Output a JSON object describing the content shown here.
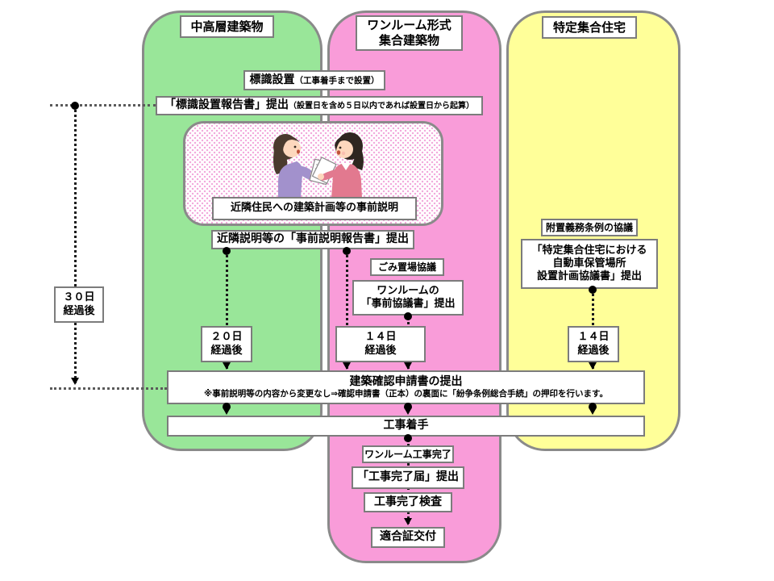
{
  "columns": {
    "green": {
      "header": "中高層建築物",
      "color": "#99e699"
    },
    "pink": {
      "header_line1": "ワンルーム形式",
      "header_line2": "集合建築物",
      "color": "#f99cd9"
    },
    "yellow": {
      "header": "特定集合住宅",
      "color": "#ffff99"
    }
  },
  "timeline": {
    "day30_line1": "３０日",
    "day30_line2": "経過後",
    "day20_line1": "２０日",
    "day20_line2": "経過後",
    "day14_line1": "１４日",
    "day14_line2": "経過後"
  },
  "steps": {
    "sign_setup": "標識設置",
    "sign_setup_note": "（工事着手まで設置）",
    "sign_report": "「標識設置報告書」提出",
    "sign_report_note": "（設置日を含め５日以内であれば設置日から起算）",
    "prior_explanation": "近隣住民への建築計画等の事前説明",
    "neighbor_report": "近隣説明等の「事前説明報告書」提出",
    "garbage_consult": "ごみ置場協議",
    "oneroom_prior_line1": "ワンルームの",
    "oneroom_prior_line2": "「事前協議書」提出",
    "parking_consult": "附置義務条例の協議",
    "parking_report_line1": "「特定集合住宅における",
    "parking_report_line2": "自動車保管場所",
    "parking_report_line3": "設置計画協議書」提出",
    "building_confirm": "建築確認申請書の提出",
    "building_confirm_note": "※事前説明等の内容から変更なし⇒確認申請書（正本）の裏面に「紛争条例総合手続」の押印を行います。",
    "construction_start": "工事着手",
    "oneroom_complete": "ワンルーム工事完了",
    "completion_report": "「工事完了届」提出",
    "completion_inspection": "工事完了検査",
    "certificate": "適合証交付"
  },
  "illustration": {
    "name": "two-women-talking-handing-documents"
  },
  "colors": {
    "column_border": "#8a8a8a",
    "box_border": "#7c7c7c",
    "connector": "#1a1a1a",
    "dot_pattern": "#f2abdc"
  }
}
